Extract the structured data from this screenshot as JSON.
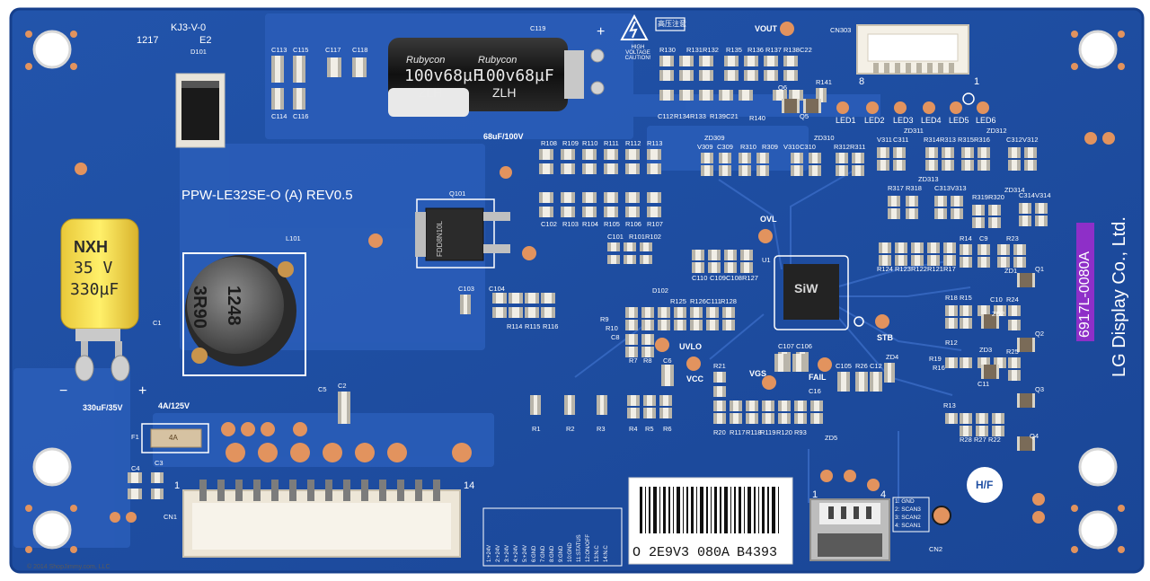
{
  "board": {
    "model": "PPW-LE32SE-O (A) REV0.5",
    "part_number": "6917L-0080A",
    "manufacturer": "LG Display Co., Ltd.",
    "date_code": "1217",
    "code_kj3": "KJ3-V-0",
    "code_e2": "E2",
    "copyright": "© 2014 ShopJimmy.com, LLC",
    "hf_badge": "H/F",
    "colors": {
      "board": "#1f4fa3",
      "board_edge": "#163f8c",
      "pad": "#e2935e",
      "trace": "#2b5cb6"
    }
  },
  "silkscreen": {
    "cap_main_rating": "68uF/100V",
    "cap_35v_rating": "330uF/35V",
    "fuse_rating": "4A/125V",
    "high_voltage": "HIGH VOLTAGE CAUTION!",
    "high_voltage_cn": "高压注意",
    "minus": "−",
    "plus": "+",
    "vout": "VOUT",
    "ovl": "OVL",
    "uvlo": "UVLO",
    "vcc": "VCC",
    "vgs": "VGS",
    "fail": "FAIL",
    "stb": "STB",
    "cn303_pin8": "8",
    "cn303_pin1": "1",
    "cn1_pin1": "1",
    "cn1_pin14": "14",
    "cn2_pin1": "1",
    "cn2_pin4": "4"
  },
  "leds": [
    "LED1",
    "LED2",
    "LED3",
    "LED4",
    "LED5",
    "LED6"
  ],
  "refs": {
    "D101": "D101",
    "C1": "C1",
    "L101": "L101",
    "Q101": "Q101",
    "C119": "C119",
    "CN303": "CN303",
    "CN1": "CN1",
    "CN2": "CN2",
    "F1": "F1",
    "U1": "U1",
    "C113": "C113",
    "C115": "C115",
    "C117": "C117",
    "C118": "C118",
    "C114": "C114",
    "C116": "C116",
    "C4": "C4",
    "C3": "C3",
    "C5": "C5",
    "C2": "C2",
    "C103": "C103",
    "C104": "C104",
    "R114": "R114",
    "R115": "R115",
    "R116": "R116",
    "R108": "R108",
    "R109": "R109",
    "R110": "R110",
    "R111": "R111",
    "R112": "R112",
    "R113": "R113",
    "C102": "C102",
    "R103": "R103",
    "R104": "R104",
    "R105": "R105",
    "R106": "R106",
    "R107": "R107",
    "C101": "C101",
    "R101": "R101",
    "R102": "R102",
    "D102": "D102",
    "R130": "R130",
    "R131": "R131",
    "R132": "R132",
    "R135": "R135",
    "R136": "R136",
    "R137": "R137",
    "R138": "R138",
    "C22": "C22",
    "C112": "C112",
    "R134": "R134",
    "R133": "R133",
    "R139": "R139",
    "C21": "C21",
    "R140": "R140",
    "Q6": "Q6",
    "Q5": "Q5",
    "R141": "R141",
    "ZD309": "ZD309",
    "ZD310": "ZD310",
    "ZD311": "ZD311",
    "ZD312": "ZD312",
    "ZD313": "ZD313",
    "ZD314": "ZD314",
    "V309": "V309",
    "C309": "C309",
    "R310": "R310",
    "R309": "R309",
    "V310": "V310",
    "C310": "C310",
    "R312": "R312",
    "R311": "R311",
    "V311": "V311",
    "C311": "C311",
    "R314": "R314",
    "R313": "R313",
    "R315": "R315",
    "R316": "R316",
    "C312": "C312",
    "V312": "V312",
    "R317": "R317",
    "R318": "R318",
    "C313": "C313",
    "V313": "V313",
    "R319": "R319",
    "R320": "R320",
    "C314": "C314",
    "V314": "V314",
    "C110": "C110",
    "C109": "C109",
    "C108": "C108",
    "R127": "R127",
    "R125": "R125",
    "R126": "R126",
    "C111": "C111",
    "R128": "R128",
    "R9": "R9",
    "R10": "R10",
    "C8": "C8",
    "R7": "R7",
    "R8": "R8",
    "C6": "C6",
    "R1": "R1",
    "R2": "R2",
    "R3": "R3",
    "R4": "R4",
    "R5": "R5",
    "R6": "R6",
    "R21": "R21",
    "C107": "C107",
    "C106": "C106",
    "C105": "C105",
    "R26": "R26",
    "C12": "C12",
    "C16": "C16",
    "ZD4": "ZD4",
    "ZD5": "ZD5",
    "R20": "R20",
    "R117": "R117",
    "R118": "R118",
    "R119": "R119",
    "R120": "R120",
    "R93": "R93",
    "R124": "R124",
    "R123": "R123",
    "R122": "R122",
    "R121": "R121",
    "R17": "R17",
    "R14": "R14",
    "C9": "C9",
    "R23": "R23",
    "ZD1": "ZD1",
    "Q1": "Q1",
    "R18": "R18",
    "R15": "R15",
    "C10": "C10",
    "ZD2": "ZD2",
    "R24": "R24",
    "R12": "R12",
    "Q2": "Q2",
    "ZD3": "ZD3",
    "R25": "R25",
    "R19": "R19",
    "R16": "R16",
    "C11": "C11",
    "Q3": "Q3",
    "R13": "R13",
    "R28": "R28",
    "R27": "R27",
    "R22": "R22",
    "Q4": "Q4",
    "ZD_1": "ZD1"
  },
  "components": {
    "cap_main_brand": "Rubycon",
    "cap_main_value": "100v68µF",
    "cap_main_series": "ZLH",
    "cap_yellow_brand": "NXH",
    "cap_yellow_voltage": "35 V",
    "cap_yellow_value": "330µF",
    "inductor_code_1": "3R90",
    "inductor_code_2": "1248",
    "mosfet_marking": "FDD8N10L",
    "ic_marking": "SiW",
    "fuse_marking": "4A"
  },
  "connector_pins_cn1": [
    "1:+24V",
    "2:+24V",
    "3:+24V",
    "4:+24V",
    "5:+24V",
    "6:GND",
    "7:GND",
    "8:GND",
    "9:GND",
    "10:GND",
    "11:STATUS",
    "12:ON/OFF",
    "13:N.C",
    "14:N.C"
  ],
  "connector_pins_cn2": [
    "1: GND",
    "2: SCAN3",
    "3: SCAN2",
    "4: SCAN1"
  ],
  "label": {
    "text": "O 2E9V3 080A",
    "suffix": "B4393"
  }
}
